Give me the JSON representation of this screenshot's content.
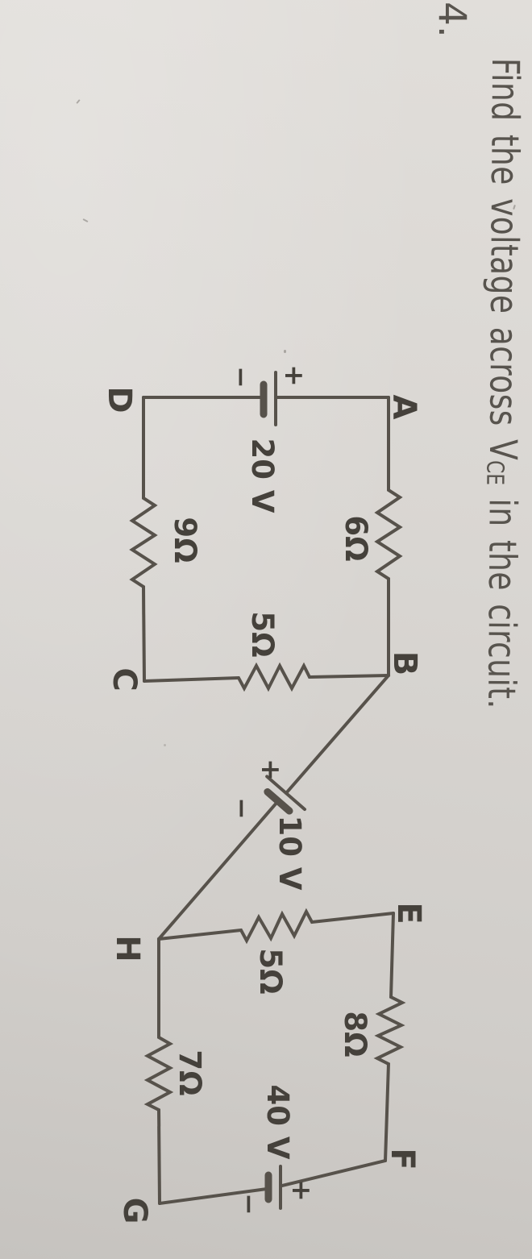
{
  "photo": {
    "heading": {
      "number": "4.",
      "lead": "Find the voltage across ",
      "v": "V",
      "v_sub": "CE",
      "tail": " in the circuit."
    },
    "circuit": {
      "node_labels": {
        "A": "A",
        "B": "B",
        "C": "C",
        "D": "D",
        "E": "E",
        "F": "F",
        "G": "G",
        "H": "H"
      },
      "resistor_labels": {
        "r_ab": "6Ω",
        "r_bc": "5Ω",
        "r_dc": "9Ω",
        "r_ef": "8Ω",
        "r_eh": "5Ω",
        "r_hg": "7Ω"
      },
      "source_labels": {
        "battery_ad": {
          "value": "20 V",
          "plus": "+",
          "minus": "−"
        },
        "battery_bh": {
          "value": "10 V",
          "plus": "+",
          "minus": "−"
        },
        "battery_fg": {
          "value": "40 V",
          "plus": "+",
          "minus": "−"
        }
      },
      "ink_color": "#57524b",
      "paper_color": "#d9d6d2"
    }
  }
}
